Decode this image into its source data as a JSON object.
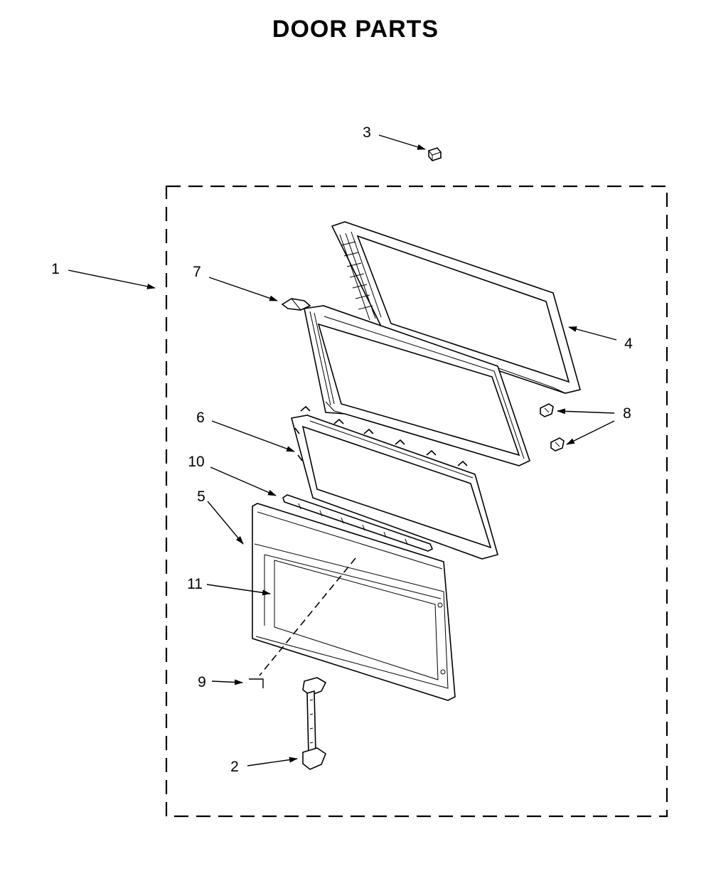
{
  "title": "DOOR PARTS",
  "callouts": [
    "1",
    "2",
    "3",
    "4",
    "5",
    "6",
    "7",
    "8",
    "9",
    "10",
    "11"
  ]
}
